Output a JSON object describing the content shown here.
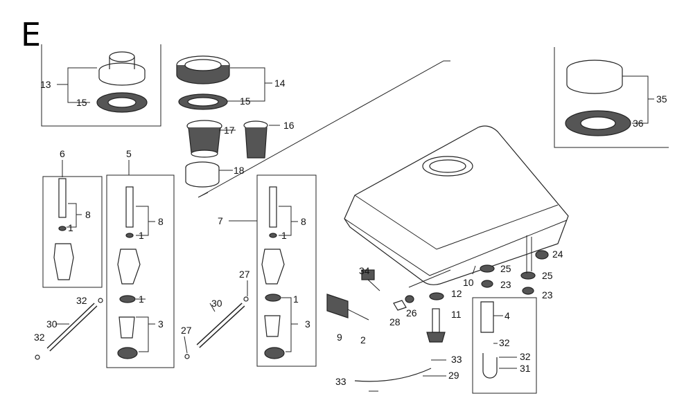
{
  "diagram": {
    "section_letter": "E",
    "callouts": [
      {
        "id": "c13",
        "text": "13"
      },
      {
        "id": "c15a",
        "text": "15"
      },
      {
        "id": "c14",
        "text": "14"
      },
      {
        "id": "c15b",
        "text": "15"
      },
      {
        "id": "c17",
        "text": "17"
      },
      {
        "id": "c16",
        "text": "16"
      },
      {
        "id": "c18",
        "text": "18"
      },
      {
        "id": "c35",
        "text": "35"
      },
      {
        "id": "c36",
        "text": "36"
      },
      {
        "id": "c6",
        "text": "6"
      },
      {
        "id": "c8a",
        "text": "8"
      },
      {
        "id": "c1a",
        "text": "1"
      },
      {
        "id": "c5",
        "text": "5"
      },
      {
        "id": "c8b",
        "text": "8"
      },
      {
        "id": "c1b",
        "text": "1"
      },
      {
        "id": "c1c",
        "text": "1"
      },
      {
        "id": "c3a",
        "text": "3"
      },
      {
        "id": "c32a",
        "text": "32"
      },
      {
        "id": "c30a",
        "text": "30"
      },
      {
        "id": "c32b",
        "text": "32"
      },
      {
        "id": "c27a",
        "text": "27"
      },
      {
        "id": "c30b",
        "text": "30"
      },
      {
        "id": "c27b",
        "text": "27"
      },
      {
        "id": "c7",
        "text": "7"
      },
      {
        "id": "c8c",
        "text": "8"
      },
      {
        "id": "c1d",
        "text": "1"
      },
      {
        "id": "c1e",
        "text": "1"
      },
      {
        "id": "c3b",
        "text": "3"
      },
      {
        "id": "c34",
        "text": "34"
      },
      {
        "id": "c9",
        "text": "9"
      },
      {
        "id": "c2",
        "text": "2"
      },
      {
        "id": "c28",
        "text": "28"
      },
      {
        "id": "c26",
        "text": "26"
      },
      {
        "id": "c24",
        "text": "24"
      },
      {
        "id": "c25a",
        "text": "25"
      },
      {
        "id": "c25b",
        "text": "25"
      },
      {
        "id": "c10",
        "text": "10"
      },
      {
        "id": "c23a",
        "text": "23"
      },
      {
        "id": "c23b",
        "text": "23"
      },
      {
        "id": "c12",
        "text": "12"
      },
      {
        "id": "c11",
        "text": "11"
      },
      {
        "id": "c4",
        "text": "4"
      },
      {
        "id": "c32c",
        "text": "32"
      },
      {
        "id": "c32d",
        "text": "32"
      },
      {
        "id": "c31",
        "text": "31"
      },
      {
        "id": "c33a",
        "text": "33"
      },
      {
        "id": "c33b",
        "text": "33"
      },
      {
        "id": "c29",
        "text": "29"
      }
    ]
  }
}
